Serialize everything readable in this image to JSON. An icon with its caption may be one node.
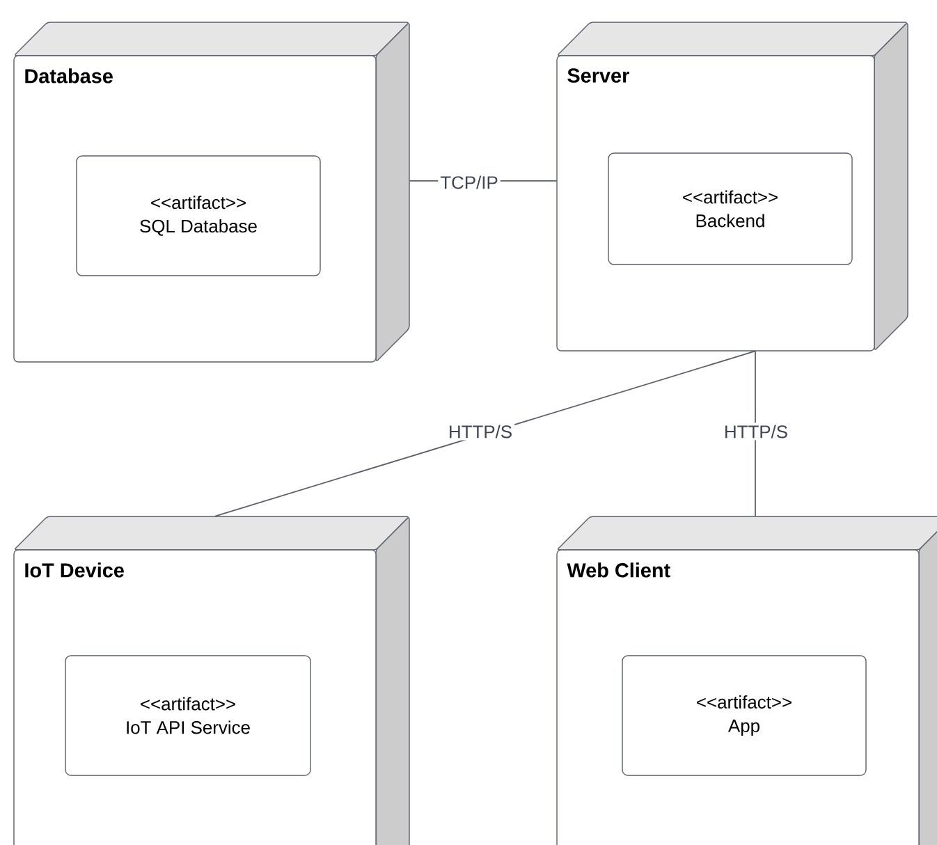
{
  "diagram": {
    "nodes": [
      {
        "text": [
          "Database"
        ]
      },
      {
        "text": [
          "Server"
        ]
      },
      {
        "text": [
          "IoT Device"
        ]
      },
      {
        "text": [
          "Web Client"
        ]
      },
      {
        "text": [
          "<<artifact>>",
          "SQL Database"
        ],
        "in": 0
      },
      {
        "text": [
          "<<artifact>>",
          "Backend"
        ],
        "in": 1
      },
      {
        "text": [
          "<<artifact>>",
          "IoT API Service"
        ],
        "in": 2
      },
      {
        "text": [
          "<<artifact>>",
          "App"
        ],
        "in": 3
      }
    ],
    "edges": [
      {
        "from": 0,
        "to": 1,
        "arrow": "none",
        "label": "TCP/IP"
      },
      {
        "from": 1,
        "to": 2,
        "arrow": "none",
        "label": "HTTP/S"
      },
      {
        "from": 1,
        "to": 3,
        "arrow": "none",
        "label": "HTTP/S"
      }
    ]
  }
}
